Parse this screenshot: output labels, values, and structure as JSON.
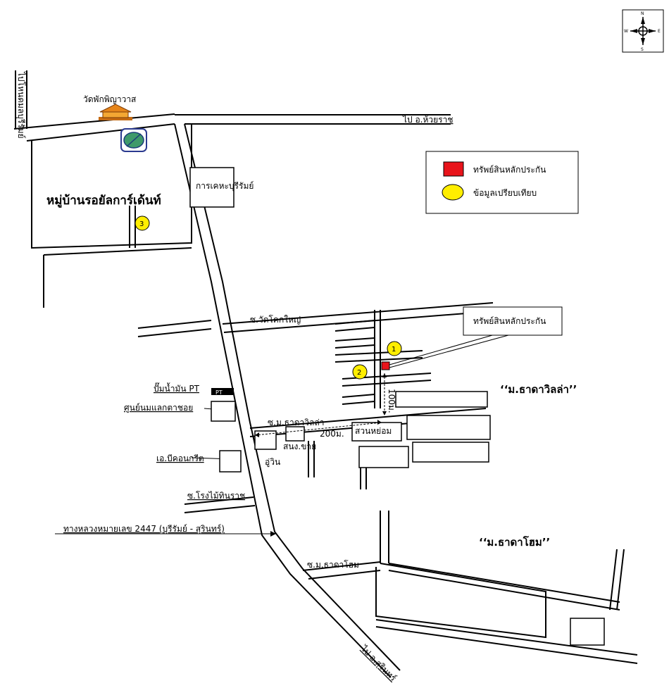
{
  "compass": {
    "n": "N",
    "s": "S",
    "e": "E",
    "w": "W"
  },
  "legend": {
    "collateral": "ทรัพย์สินหลักประกัน",
    "comparison": "ข้อมูลเปรียบเทียบ",
    "collateral_color": "#e8141b",
    "comparison_color": "#ffee00"
  },
  "callout": {
    "text": "ทรัพย์สินหลักประกัน"
  },
  "labels": {
    "temple": "วัดพักพิญาวาส",
    "village_left": "หมู่บ้านรอยัลการ์เด้นท์",
    "to_huairat": "ไป อ.ห้วยราช",
    "left_vertical_road": "ไปโหนดมลบุรีรัมย์",
    "housing_authority": "การเคหะบุรีรัมย์",
    "soi_wat_khok_yai": "ซ.วัดโคกใหญ่",
    "gas_station": "ปั๊มน้ำมัน PT",
    "exchange_center": "ศูนย์นมแลกตาชอย",
    "soi_thada_villa": "ซ.ม.ธาดาวิลล่า",
    "distance_200": "200ม.",
    "distance_100": "100ม.",
    "garden_shop": "สวนหย่อม",
    "snong_shop": "สนง.ขาย",
    "concrete": "เอ.บีคอนกรีต",
    "garage": "อู่วิน",
    "soi_rongmai": "ซ.โรงไม้ทินราช",
    "highway": "ทางหลวงหมายเลข 2447 (บุรีรัมย์ - สุรินทร์)",
    "soi_thada_home": "ซ.ม.ธาดาโฮม",
    "to_surin": "ไป อ.สุรินทร์",
    "thada_villa_area": "‘‘ม.ธาดาวิลล่า’’",
    "thada_home_area": "‘‘ม.ธาดาโฮม’’",
    "gas_sign": "PT"
  },
  "markers": [
    {
      "id": "1",
      "label": "1"
    },
    {
      "id": "2",
      "label": "2"
    },
    {
      "id": "3",
      "label": "3"
    }
  ]
}
